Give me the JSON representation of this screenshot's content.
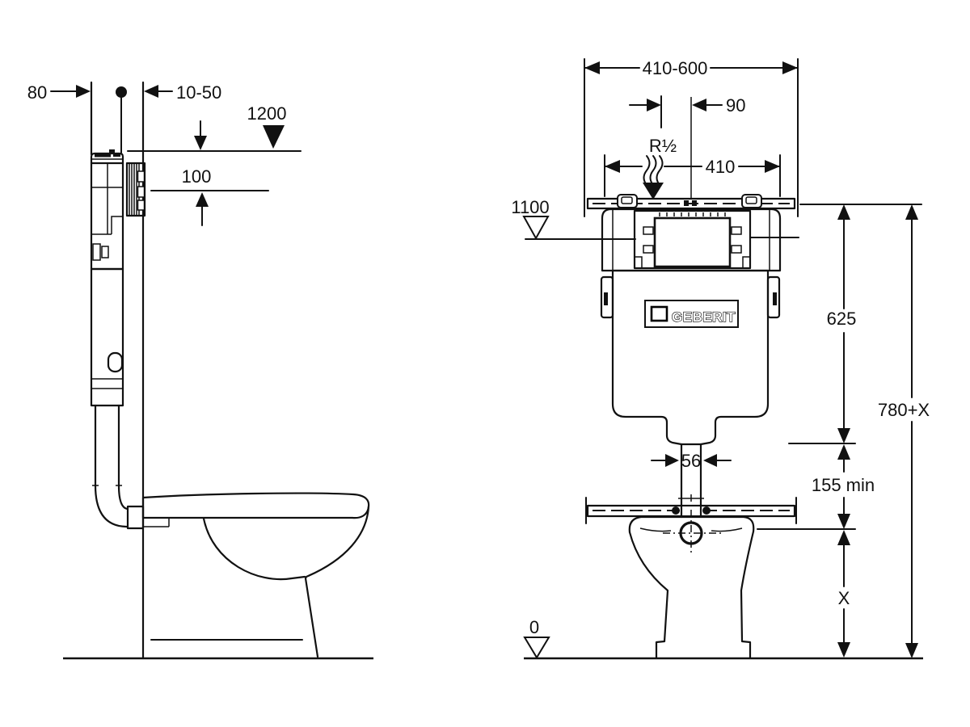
{
  "diagram": {
    "title": "concealed-cistern-installation-drawing",
    "brand": "GEBERIT",
    "colors": {
      "ink": "#111111",
      "background": "#ffffff"
    },
    "side_view": {
      "dim_wall": "80",
      "dim_gap": "10-50",
      "level_top": "1200",
      "dim_offset": "100"
    },
    "front_view": {
      "dim_width_range": "410-600",
      "dim_supply_offset": "90",
      "supply_label": "R½",
      "dim_cistern_width": "410",
      "level_mid": "1100",
      "dim_rail_to_outlet": "625",
      "dim_total": "780+X",
      "dim_clearance": "155 min",
      "dim_pipe": "56",
      "dim_pan_height": "X",
      "level_floor": "0"
    }
  }
}
